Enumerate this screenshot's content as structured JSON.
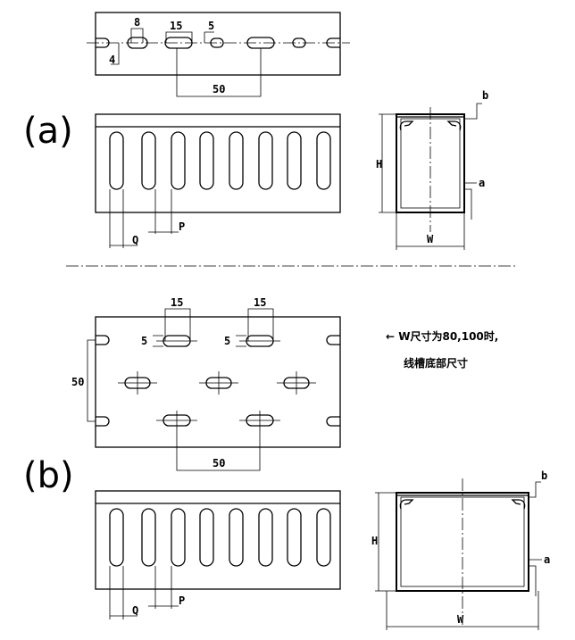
{
  "section_a": {
    "label": "(a)",
    "dims": {
      "slot_small": "8",
      "slot_long": "15",
      "hole": "5",
      "edge": "4",
      "pitch": "50"
    },
    "front_dims": {
      "q": "Q",
      "p": "P"
    },
    "cross": {
      "h": "H",
      "w": "W",
      "a": "a",
      "b": "b"
    }
  },
  "section_b": {
    "label": "(b)",
    "dims": {
      "slot_left": "15",
      "slot_right": "15",
      "hole_left": "5",
      "hole_right": "5",
      "height": "50",
      "pitch": "50"
    },
    "front_dims": {
      "q": "Q",
      "p": "P"
    },
    "cross": {
      "h": "H",
      "w": "W",
      "a": "a",
      "b": "b"
    },
    "note": {
      "line1": "← W尺寸为80,100时,",
      "line2": "线槽底部尺寸"
    }
  }
}
